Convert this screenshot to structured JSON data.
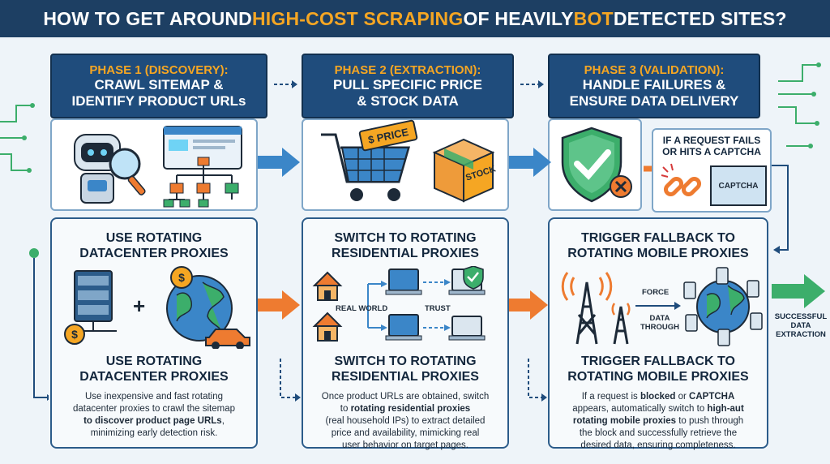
{
  "title": {
    "part1": "HOW TO GET AROUND ",
    "part2": "HIGH-COST SCRAPING",
    "part3": " OF HEAVILY ",
    "part4": "BOT",
    "part5": " DETECTED SITES?"
  },
  "colors": {
    "navy": "#1d3f63",
    "accent": "#f5a623",
    "header_blue": "#1f4c7c",
    "arrow_blue": "#3b86c8",
    "arrow_orange": "#ee7b30",
    "arrow_green": "#3cae6b"
  },
  "phases": [
    {
      "tag": "PHASE 1 (DISCOVERY):",
      "title_line1": "CRAWL SITEMAP &",
      "title_line2": "IDENTIFY PRODUCT URLs",
      "solution_heading_line1": "USE ROTATING",
      "solution_heading_line2": "DATACENTER PROXIES",
      "solution_heading2_line1": "USE ROTATING",
      "solution_heading2_line2": "DATACENTER PROXIES",
      "body_line1": "Use inexpensive and fast rotating",
      "body_line2": "datacenter proxies to crawl the sitemap",
      "body_line3_bold": "to discover product page URLs",
      "body_line3_rest": ",",
      "body_line4": "minimizing early detection risk.",
      "icons": [
        "robot-icon",
        "magnifier-icon",
        "sitemap-icon",
        "server-icon",
        "dollar-icon",
        "globe-icon",
        "car-icon"
      ]
    },
    {
      "tag": "PHASE 2 (EXTRACTION):",
      "title_line1": "PULL SPECIFIC PRICE",
      "title_line2": "& STOCK DATA",
      "price_tag": "$ PRICE",
      "stock_label": "STOCK",
      "solution_heading_line1": "SWITCH TO ROTATING",
      "solution_heading_line2": "RESIDENTIAL PROXIES",
      "solution_heading2_line1": "SWITCH TO ROTATING",
      "solution_heading2_line2": "RESIDENTIAL PROXIES",
      "flow_real_world": "REAL WORLD",
      "flow_trust": "TRUST",
      "body_line1": "Once product URLs are obtained, switch",
      "body_line2_pre": "to ",
      "body_line2_bold": "rotating residential proxies",
      "body_line3": "(real household IPs) to extract detailed",
      "body_line4": "price and availability, mimicking real",
      "body_line5": "user behavior on target pages.",
      "icons": [
        "cart-icon",
        "price-tag-icon",
        "box-icon",
        "house-icon",
        "laptop-icon",
        "shield-check-icon"
      ]
    },
    {
      "tag": "PHASE 3 (VALIDATION):",
      "title_line1": "HANDLE FAILURES &",
      "title_line2": "ENSURE DATA DELIVERY",
      "failure_label_line1": "IF A REQUEST FAILS",
      "failure_label_line2": "OR HITS A CAPTCHA",
      "captcha_text": "CAPTCHA",
      "solution_heading_line1": "TRIGGER FALLBACK TO",
      "solution_heading_line2": "ROTATING MOBILE PROXIES",
      "solution_heading2_line1": "TRIGGER FALLBACK TO",
      "solution_heading2_line2": "ROTATING MOBILE PROXIES",
      "flow_force": "FORCE",
      "flow_data_line1": "DATA",
      "flow_data_line2": "THROUGH",
      "body_line1_pre": "If a request is ",
      "body_line1_bold1": "blocked",
      "body_line1_mid": " or ",
      "body_line1_bold2": "CAPTCHA",
      "body_line2_pre": "appears, automatically switch to ",
      "body_line2_bold": "high-aut",
      "body_line3_bold": "rotating mobile proxies",
      "body_line3_rest": " to push through",
      "body_line4": "the block and successfully retrieve the",
      "body_line5": "desired data, ensuring completeness.",
      "icons": [
        "shield-x-icon",
        "broken-link-icon",
        "puzzle-icon",
        "cell-tower-icon",
        "globe-devices-icon"
      ]
    }
  ],
  "success": {
    "line1": "SUCCESSFUL",
    "line2": "DATA",
    "line3": "EXTRACTION"
  }
}
